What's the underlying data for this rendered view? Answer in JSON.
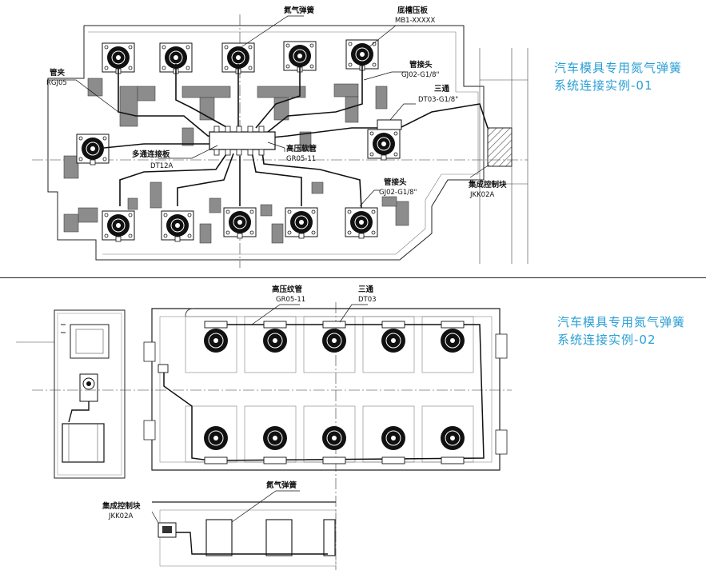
{
  "captions": {
    "example1_line1": "汽车模具专用氮气弹簧",
    "example1_line2": "系统连接实例-01",
    "example2_line1": "汽车模具专用氮气弹簧",
    "example2_line2": "系统连接实例-02"
  },
  "diagram1": {
    "labels": {
      "nitrogen_spring": "氮气弹簧",
      "base_plate": "底槽压板",
      "base_plate_code": "MB1-XXXXX",
      "pipe_clamp": "管夹",
      "pipe_clamp_code": "RGJ05",
      "pipe_joint_top": "管接头",
      "pipe_joint_top_code": "GJ02-G1/8\"",
      "tee": "三通",
      "tee_code": "DT03-G1/8\"",
      "manifold": "多通连接板",
      "manifold_code": "DT12A",
      "hose": "高压软管",
      "hose_code": "GR05-11",
      "control_block": "集成控制块",
      "control_block_code": "JKK02A",
      "pipe_joint_bottom": "管接头",
      "pipe_joint_bottom_code": "GJ02-G1/8\""
    }
  },
  "diagram2": {
    "labels": {
      "hose": "高压纹管",
      "hose_code": "GR05-11",
      "tee": "三通",
      "tee_code": "DT03",
      "nitrogen_spring": "氮气弹簧",
      "control_block": "集成控制块",
      "control_block_code": "JKK02A"
    }
  },
  "colors": {
    "caption": "#2a9fd6",
    "line": "#111111",
    "fill_gray": "#8c8c8c",
    "hatch": "#555555"
  }
}
